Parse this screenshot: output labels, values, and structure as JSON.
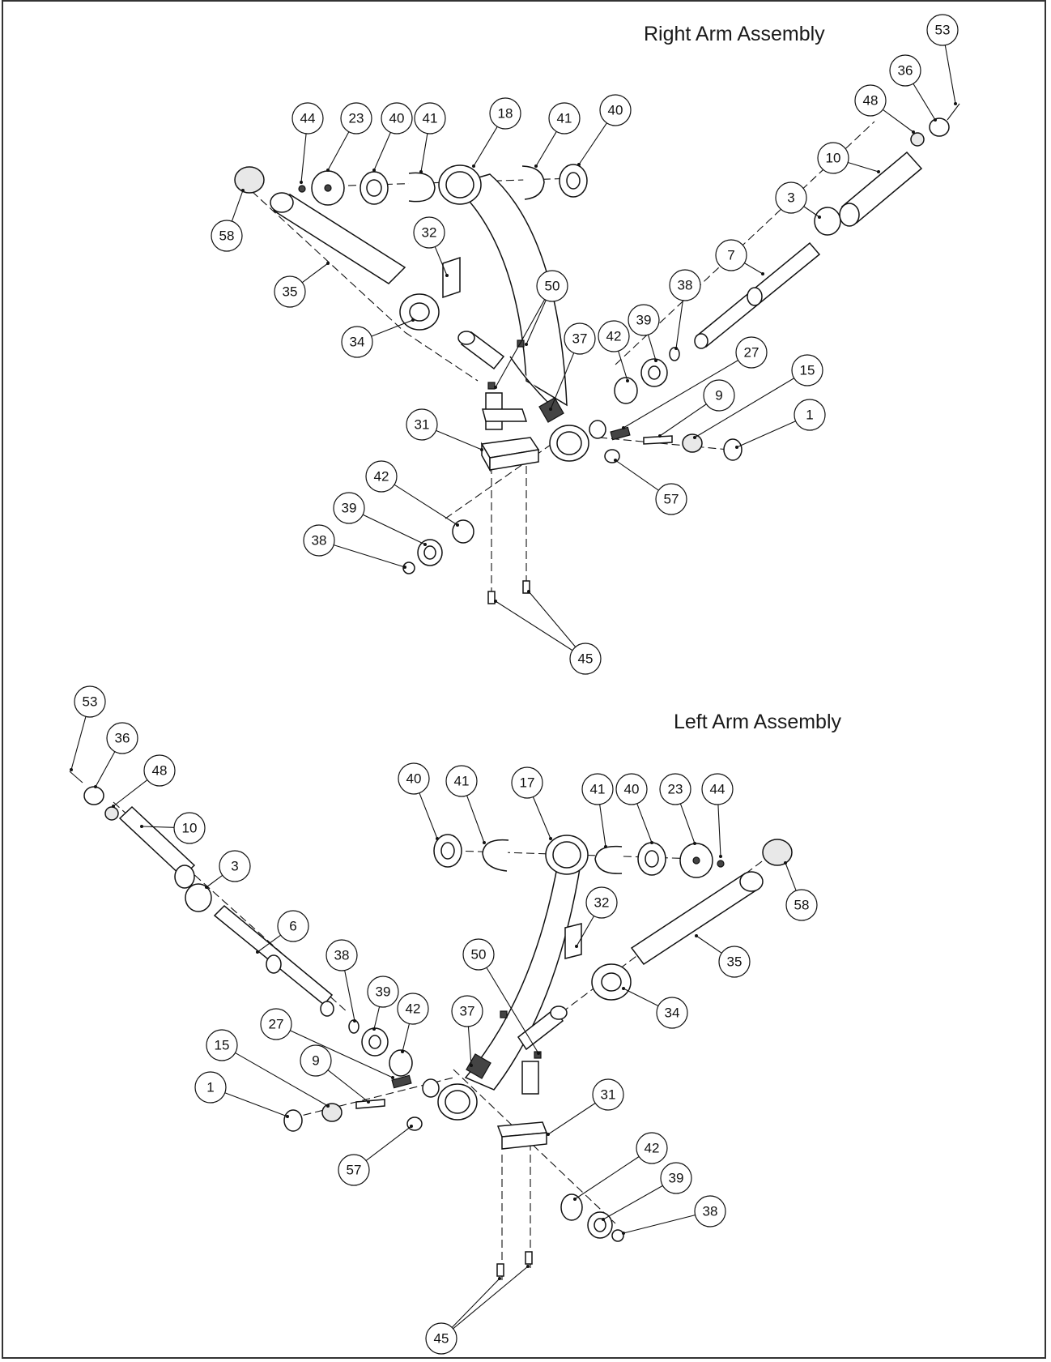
{
  "titles": {
    "right": "Right Arm Assembly",
    "left": "Left Arm Assembly"
  },
  "right_callouts": [
    "53",
    "36",
    "48",
    "10",
    "3",
    "7",
    "38",
    "27",
    "15",
    "1",
    "9",
    "57",
    "39",
    "42",
    "37",
    "50",
    "31",
    "45",
    "42",
    "39",
    "38",
    "34",
    "35",
    "32",
    "58",
    "44",
    "23",
    "40",
    "41",
    "18",
    "41",
    "40"
  ],
  "left_callouts": [
    "53",
    "36",
    "48",
    "10",
    "3",
    "6",
    "38",
    "39",
    "42",
    "37",
    "50",
    "27",
    "15",
    "9",
    "1",
    "57",
    "31",
    "45",
    "42",
    "39",
    "38",
    "34",
    "35",
    "32",
    "58",
    "44",
    "23",
    "40",
    "41",
    "17",
    "41",
    "40"
  ]
}
